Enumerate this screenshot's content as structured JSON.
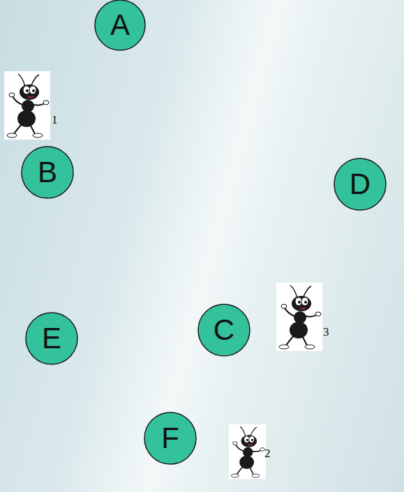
{
  "diagram": {
    "nodes": [
      {
        "text": [
          "A"
        ]
      },
      {
        "text": [
          "B"
        ]
      },
      {
        "text": [
          "D"
        ]
      },
      {
        "text": [
          "E"
        ]
      },
      {
        "text": [
          "C"
        ]
      },
      {
        "text": [
          "F"
        ]
      }
    ],
    "labels": [
      "1",
      "3",
      "2"
    ]
  }
}
